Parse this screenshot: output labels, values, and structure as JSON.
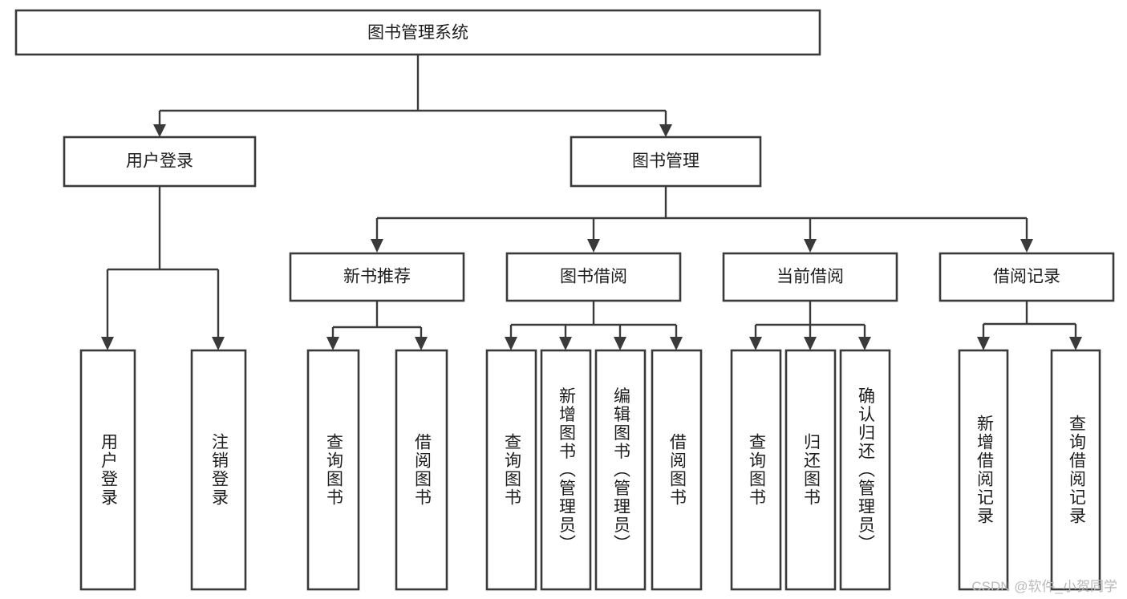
{
  "diagram": {
    "title": "图书管理系统",
    "type": "tree-hierarchy-diagram",
    "watermark": "CSDN @软件_小贺同学",
    "colors": {
      "stroke": "#3a3a3a",
      "fill": "#ffffff",
      "text": "#1d1d1d",
      "watermark": "#b9b9b9"
    },
    "root": {
      "label": "图书管理系统"
    },
    "level2": [
      {
        "label": "用户登录"
      },
      {
        "label": "图书管理"
      }
    ],
    "level3": [
      {
        "label": "新书推荐"
      },
      {
        "label": "图书借阅"
      },
      {
        "label": "当前借阅"
      },
      {
        "label": "借阅记录"
      }
    ],
    "leaves": {
      "user_login": [
        {
          "label": "用户登录"
        },
        {
          "label": "注销登录"
        }
      ],
      "new_book_recommend": [
        {
          "label": "查询图书"
        },
        {
          "label": "借阅图书"
        }
      ],
      "book_borrow": [
        {
          "label": "查询图书"
        },
        {
          "label": "新增图书（管理员）"
        },
        {
          "label": "编辑图书（管理员）"
        },
        {
          "label": "借阅图书"
        }
      ],
      "current_borrow": [
        {
          "label": "查询图书"
        },
        {
          "label": "归还图书"
        },
        {
          "label": "确认归还（管理员）"
        }
      ],
      "borrow_record": [
        {
          "label": "新增借阅记录"
        },
        {
          "label": "查询借阅记录"
        }
      ]
    }
  }
}
